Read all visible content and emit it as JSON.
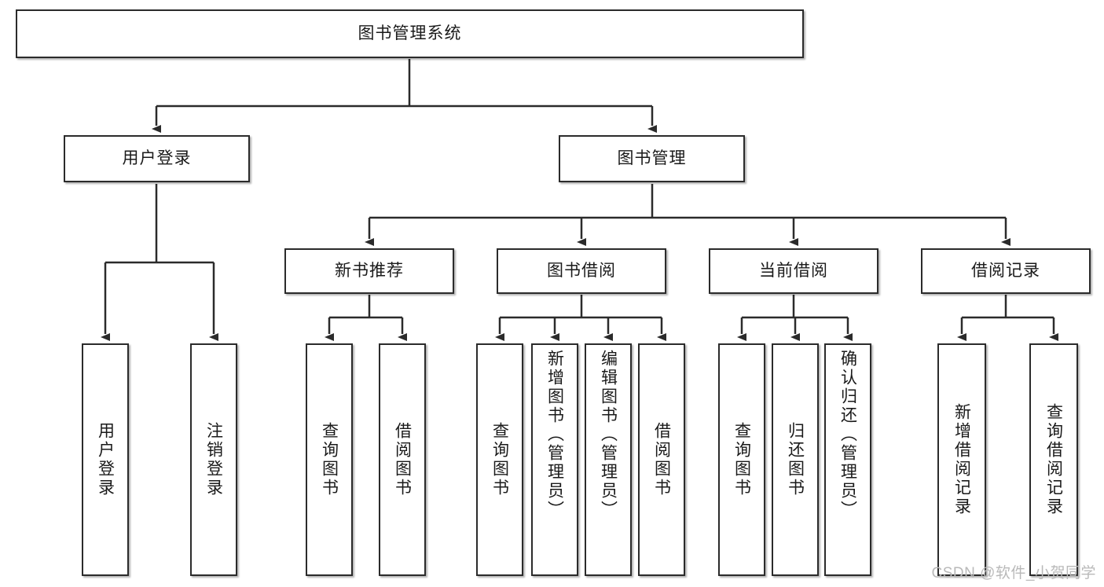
{
  "diagram": {
    "type": "tree",
    "title": "图书管理系统",
    "root": {
      "label": "图书管理系统"
    },
    "level2": [
      {
        "label": "用户登录"
      },
      {
        "label": "图书管理"
      }
    ],
    "level3": [
      {
        "label": "新书推荐"
      },
      {
        "label": "图书借阅"
      },
      {
        "label": "当前借阅"
      },
      {
        "label": "借阅记录"
      }
    ],
    "leaves": {
      "user_login": [
        {
          "label": "用户登录"
        },
        {
          "label": "注销登录"
        }
      ],
      "new_book_recommend": [
        {
          "label": "查询图书"
        },
        {
          "label": "借阅图书"
        }
      ],
      "book_borrow": [
        {
          "label": "查询图书"
        },
        {
          "label": "新增图书（管理员）"
        },
        {
          "label": "编辑图书（管理员）"
        },
        {
          "label": "借阅图书"
        }
      ],
      "current_borrow": [
        {
          "label": "查询图书"
        },
        {
          "label": "归还图书"
        },
        {
          "label": "确认归还（管理员）"
        }
      ],
      "borrow_record": [
        {
          "label": "新增借阅记录"
        },
        {
          "label": "查询借阅记录"
        }
      ]
    }
  },
  "watermark": {
    "text": "CSDN @软件_小贺同学"
  },
  "colors": {
    "box_border": "#2b2b2b",
    "box_fill": "#ffffff",
    "text": "#1a1a1a",
    "connector": "#2b2b2b",
    "watermark": "#b9b9b9",
    "page_bg": "#ffffff"
  }
}
